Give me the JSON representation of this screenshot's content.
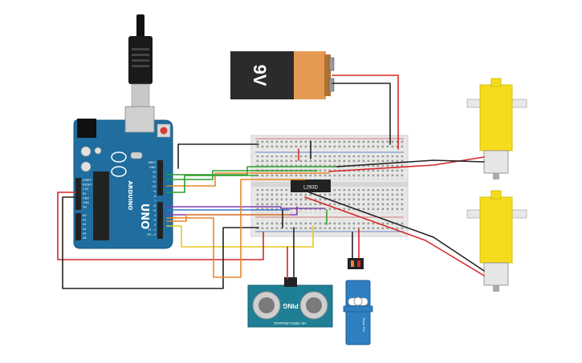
{
  "battery": {
    "label": "9V"
  },
  "arduino": {
    "brand": "ARDUINO",
    "model": "UNO",
    "digital_header": [
      "AREF",
      "GND",
      "13",
      "12",
      "~11",
      "~10",
      "~9",
      "8",
      "7",
      "~6",
      "~5",
      "4",
      "~3",
      "2",
      "TX→1",
      "RX←0"
    ],
    "power_header": [
      "IOREF",
      "RESET",
      "3.3V",
      "5V",
      "GND",
      "GND",
      "Vin"
    ],
    "analog_header": [
      "A0",
      "A1",
      "A2",
      "A3",
      "A4",
      "A5"
    ]
  },
  "driver_ic": {
    "label": "L293D"
  },
  "sonar": {
    "label": "PING",
    "caption": "HC-SR04 Ultrasonic"
  },
  "servo": {
    "label": "Tower Pro"
  },
  "colors": {
    "board": "#1f6e9f",
    "breadboard": "#e8e8e6",
    "motor": "#f5dd1e",
    "battery_orange": "#e49a52",
    "wire_red": "#d62728",
    "wire_black": "#222222",
    "wire_green": "#2ca02c",
    "wire_orange": "#e8862a",
    "wire_purple": "#7e3fb3",
    "wire_yellow": "#e8c920",
    "wire_blue": "#3b73c8"
  }
}
